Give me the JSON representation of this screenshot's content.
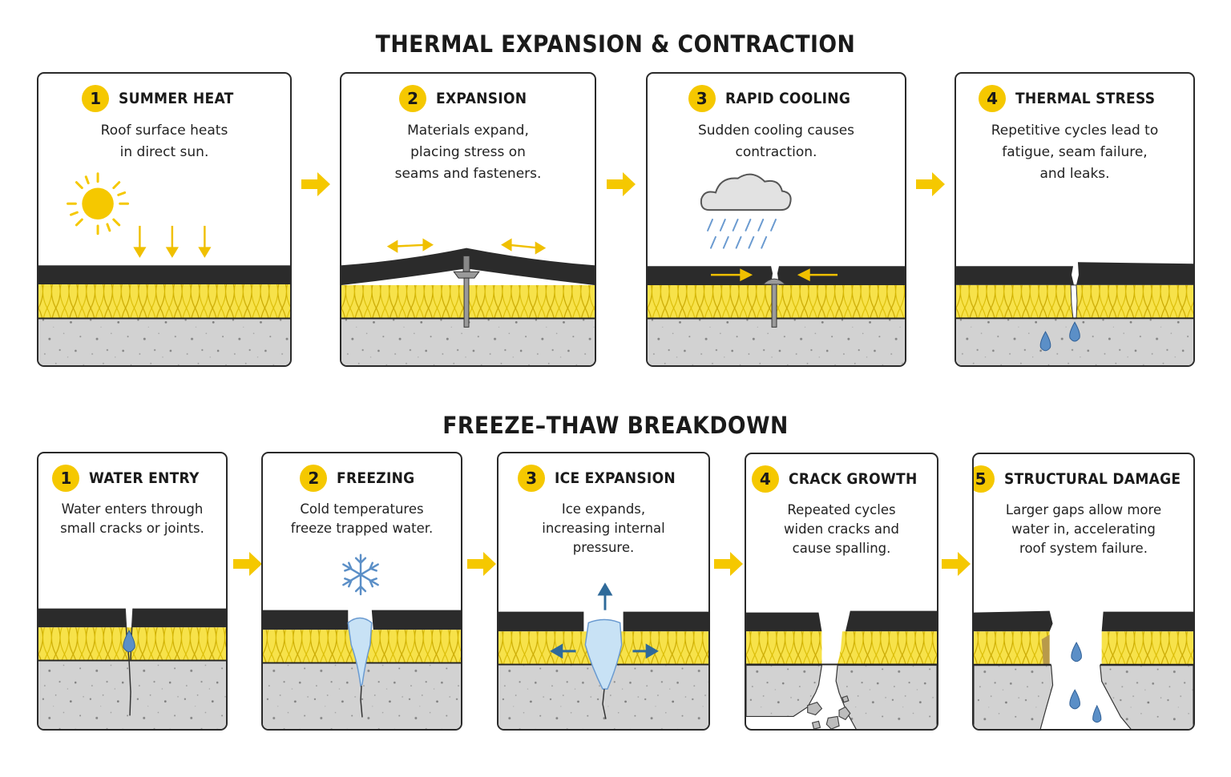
{
  "sections": [
    {
      "title": "THERMAL EXPANSION & CONTRACTION",
      "steps": [
        {
          "num": "1",
          "title": "SUMMER HEAT",
          "desc": "Roof surface heats\nin direct sun."
        },
        {
          "num": "2",
          "title": "EXPANSION",
          "desc": "Materials expand,\nplacing stress on\nseams and fasteners."
        },
        {
          "num": "3",
          "title": "RAPID COOLING",
          "desc": "Sudden cooling causes\ncontraction."
        },
        {
          "num": "4",
          "title": "THERMAL STRESS",
          "desc": "Repetitive cycles lead to\nfatigue, seam failure,\nand leaks."
        }
      ]
    },
    {
      "title": "FREEZE–THAW BREAKDOWN",
      "steps": [
        {
          "num": "1",
          "title": "WATER ENTRY",
          "desc": "Water enters through\nsmall cracks or joints."
        },
        {
          "num": "2",
          "title": "FREEZING",
          "desc": "Cold temperatures\nfreeze trapped water."
        },
        {
          "num": "3",
          "title": "ICE EXPANSION",
          "desc": "Ice expands,\nincreasing internal\npressure."
        },
        {
          "num": "4",
          "title": "CRACK GROWTH",
          "desc": "Repeated cycles\nwiden cracks and\ncause spalling."
        },
        {
          "num": "5",
          "title": "STRUCTURAL DAMAGE",
          "desc": "Larger gaps allow more\nwater in, accelerating\nroof system failure."
        }
      ]
    }
  ],
  "colors": {
    "accent": "#f5c800",
    "membrane": "#2b2b2b",
    "insulation": "#f7e24a",
    "concrete": "#cfcfcf",
    "water": "#5b8fc7",
    "ice": "#c8e2f5"
  },
  "icons": [
    "sun-icon",
    "cloud-rain-icon",
    "snowflake-icon",
    "water-drop-icon",
    "heat-arrow-icon",
    "fastener-icon"
  ]
}
